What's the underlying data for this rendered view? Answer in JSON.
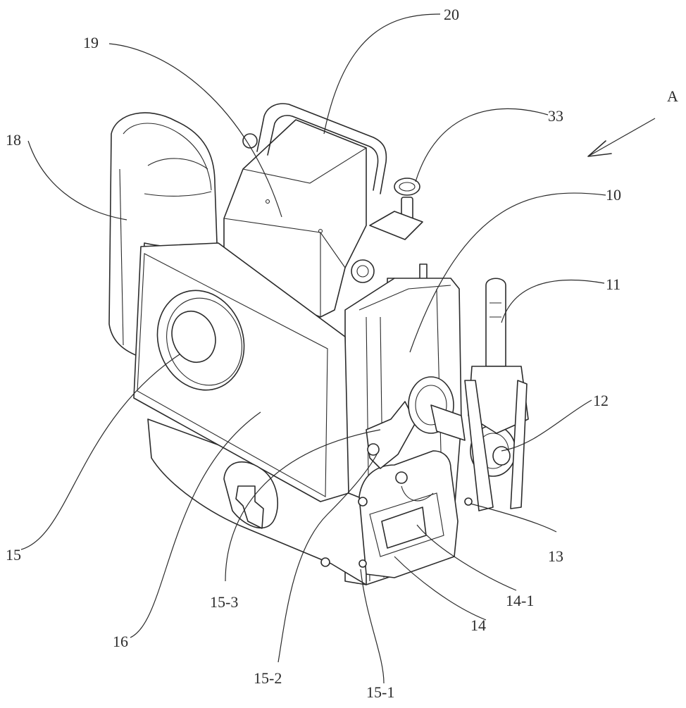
{
  "labels": {
    "l20": "20",
    "l19": "19",
    "l18": "18",
    "l33": "33",
    "lA": "A",
    "l10": "10",
    "l11": "11",
    "l12": "12",
    "l13": "13",
    "l14_1": "14-1",
    "l14": "14",
    "l15": "15",
    "l15_1": "15-1",
    "l15_2": "15-2",
    "l15_3": "15-3",
    "l16": "16"
  },
  "colors": {
    "line": "#2b2b2b",
    "background": "#ffffff"
  }
}
